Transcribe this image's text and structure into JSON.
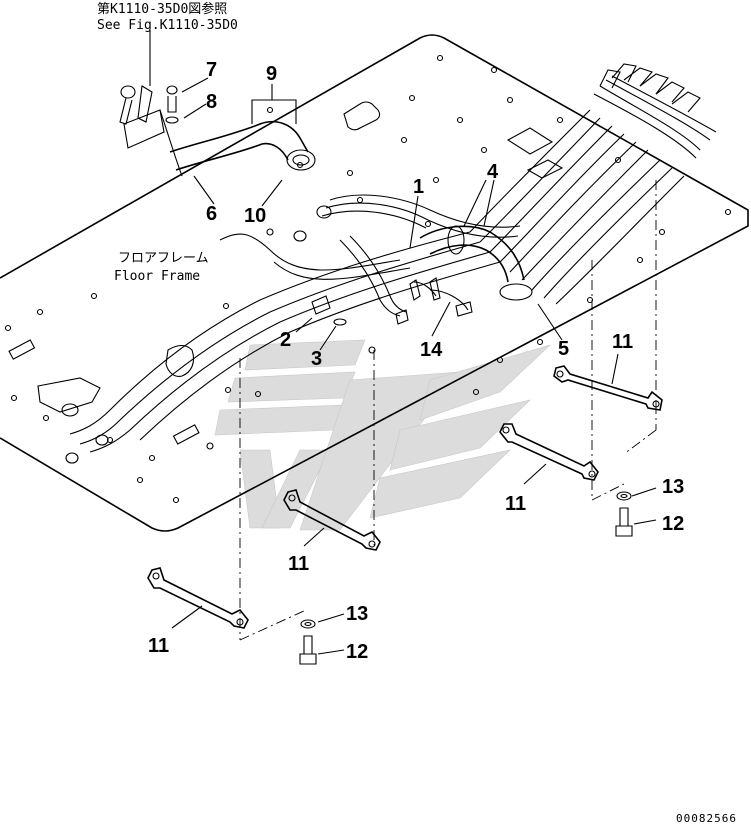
{
  "reference_note": {
    "line_jp": "第K1110-35D0図参照",
    "line_en": "See Fig.K1110-35D0"
  },
  "floor_frame_label": {
    "jp": "フロアフレーム",
    "en": "Floor Frame"
  },
  "callouts": {
    "c1": "1",
    "c2": "2",
    "c3": "3",
    "c4": "4",
    "c5": "5",
    "c6": "6",
    "c7": "7",
    "c8": "8",
    "c9": "9",
    "c10": "10",
    "c11": "11",
    "c12": "12",
    "c13": "13",
    "c14": "14"
  },
  "figure_number": "00082566"
}
